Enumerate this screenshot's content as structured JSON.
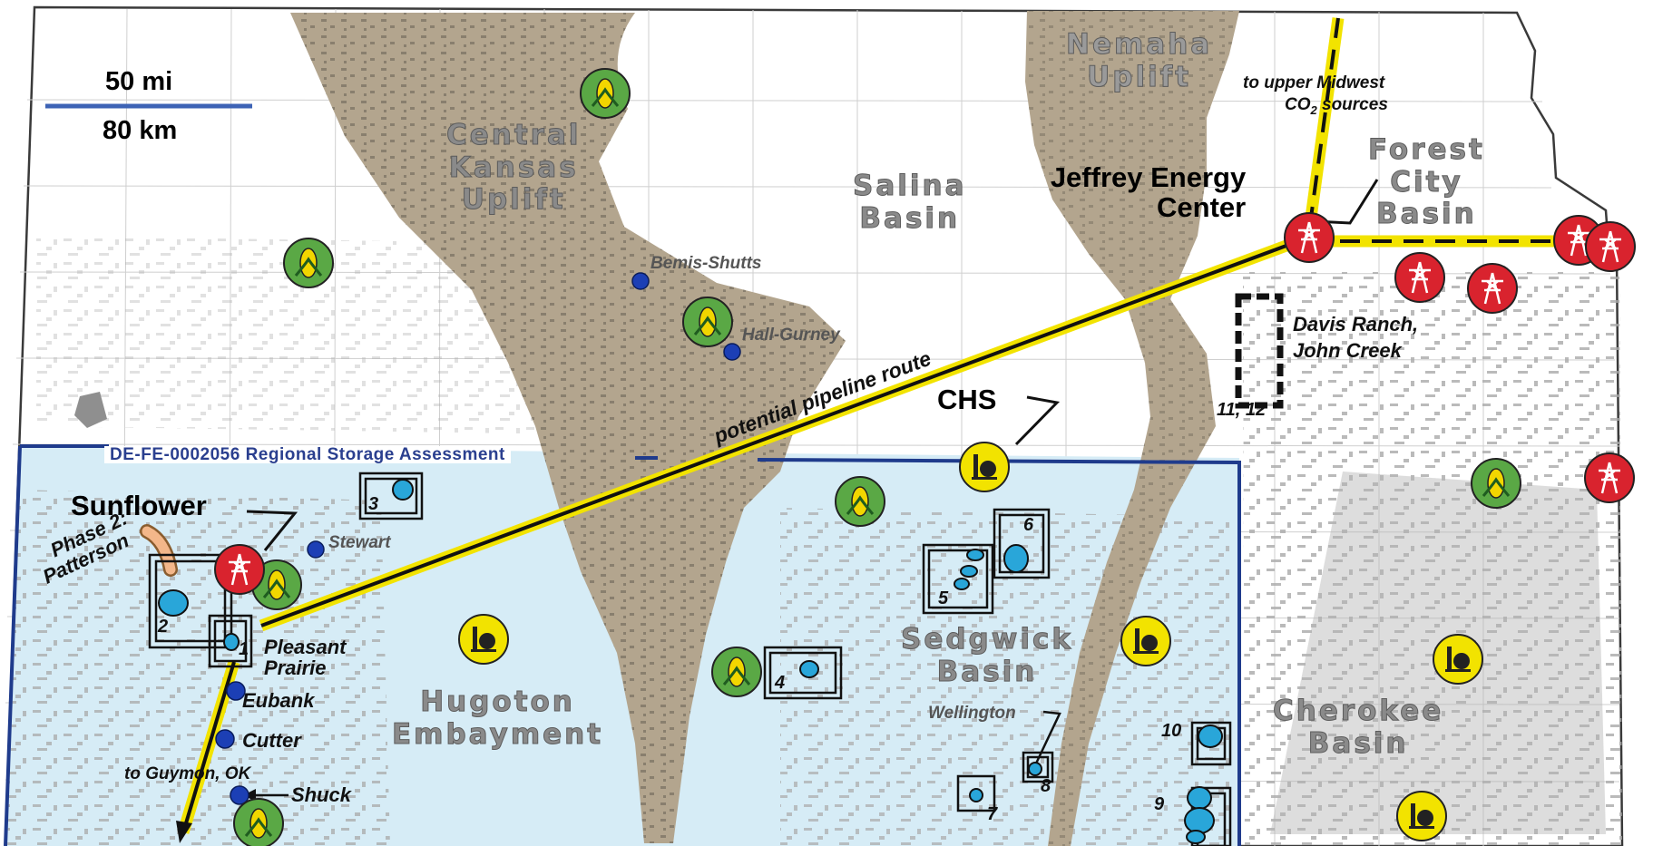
{
  "scale": {
    "miles": "50 mi",
    "km": "80 km"
  },
  "assessment_label": "DE-FE-0002056 Regional Storage Assessment",
  "regions": {
    "nemaha": [
      "Nemaha",
      "Uplift"
    ],
    "central_kansas": [
      "Central",
      "Kansas",
      "Uplift"
    ],
    "salina": [
      "Salina",
      "Basin"
    ],
    "forest_city": [
      "Forest",
      "City",
      "Basin"
    ],
    "sedgwick": [
      "Sedgwick",
      "Basin"
    ],
    "hugoton": [
      "Hugoton",
      "Embayment"
    ],
    "cherokee": [
      "Cherokee",
      "Basin"
    ]
  },
  "facilities": {
    "jeffrey": [
      "Jeffrey Energy",
      "Center"
    ],
    "sunflower": "Sunflower",
    "chs": "CHS"
  },
  "pipeline": {
    "route_label": "potential pipeline route",
    "upper_midwest": [
      "to upper Midwest",
      "CO",
      "2",
      " sources"
    ],
    "guymon": "to Guymon, OK"
  },
  "sites": {
    "bemis": "Bemis-Shutts",
    "hall": "Hall-Gurney",
    "stewart": "Stewart",
    "pleasant": [
      "Pleasant",
      "Prairie"
    ],
    "eubank": "Eubank",
    "cutter": "Cutter",
    "shuck": "Shuck",
    "wellington": "Wellington",
    "davis": [
      "Davis Ranch,",
      "John Creek"
    ],
    "phase2": [
      "Phase 2:",
      "Patterson"
    ]
  },
  "numbers": {
    "n1": "1",
    "n2": "2",
    "n3": "3",
    "n4": "4",
    "n5": "5",
    "n6": "6",
    "n7": "7",
    "n8": "8",
    "n9": "9",
    "n10": "10",
    "n1112": "11, 12"
  },
  "colors": {
    "uplift": "#b3a58e",
    "assessment_fill": "#d6ecf6",
    "assessment_border": "#1f3b8c",
    "pipeline_yellow": "#f2e300",
    "power_red": "#d9232e",
    "ethanol_green": "#5aa845",
    "refinery_yellow": "#f2e300",
    "oilfield_gray": "#a8a8a8",
    "site_blue": "#1c3fb5",
    "storage_blue": "#29a6d9"
  },
  "icons": [
    "power-plant-icon",
    "ethanol-plant-icon",
    "refinery-icon",
    "oil-field-dot-icon",
    "storage-site-icon"
  ]
}
